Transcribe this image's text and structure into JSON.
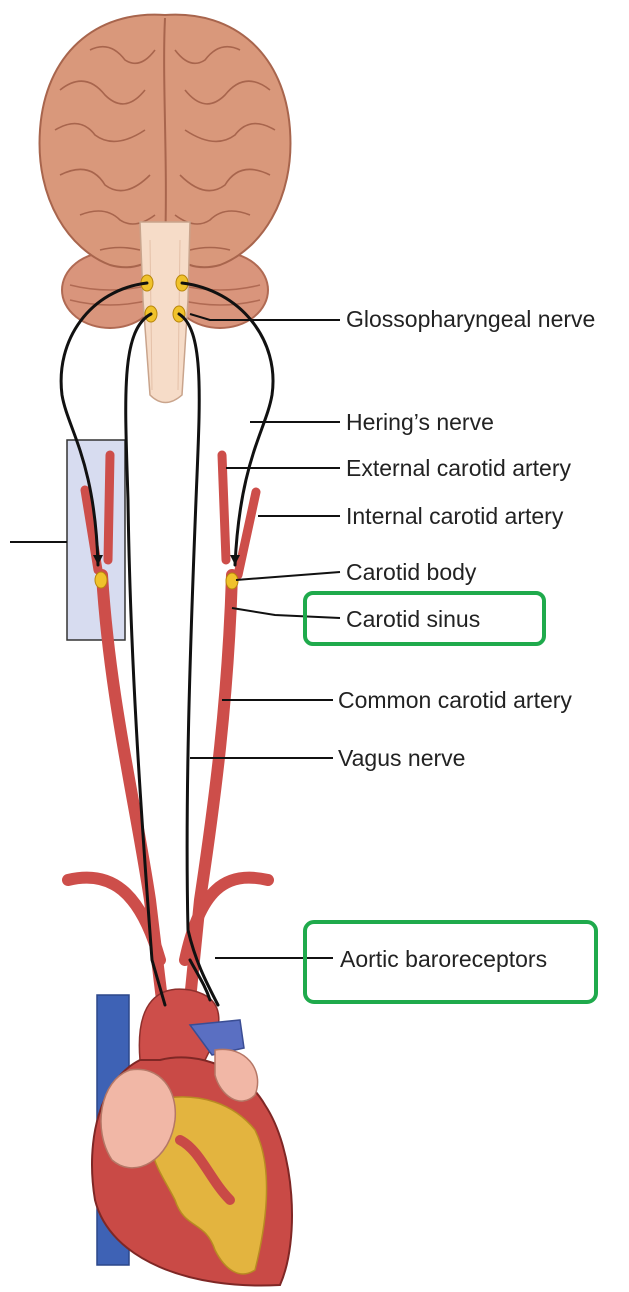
{
  "labels": {
    "glossopharyngeal": "Glossopharyngeal nerve",
    "herings": "Hering’s nerve",
    "external_carotid": "External carotid artery",
    "internal_carotid": "Internal carotid artery",
    "carotid_body": "Carotid body",
    "carotid_sinus": "Carotid sinus",
    "common_carotid": "Common carotid artery",
    "vagus": "Vagus nerve",
    "aortic_baroreceptors": "Aortic baroreceptors"
  },
  "highlighted": [
    "carotid_sinus",
    "aortic_baroreceptors"
  ],
  "colors": {
    "brain": "#d9987b",
    "brain_outline": "#a8654d",
    "cerebellum": "#d7957d",
    "artery": "#cd4e4a",
    "vein": "#3e62b5",
    "heart_red": "#c94a46",
    "heart_yellow": "#e3b43f",
    "heart_pink": "#f1b7a6",
    "receptor": "#f0c22b",
    "nerve": "#111111",
    "highlight_box": "#1faa4c",
    "inset_box": "#d7dcf0"
  }
}
